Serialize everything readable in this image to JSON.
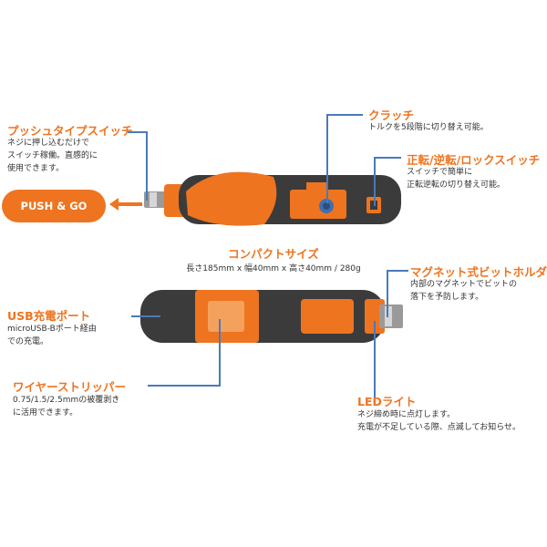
{
  "push_switch": {
    "title": "プッシュタイプスイッチ",
    "desc_lines": [
      "ネジに押し込むだけで",
      "スイッチ稼働。直感的に",
      "使用できます。"
    ]
  },
  "push_go": {
    "label": "PUSH & GO"
  },
  "clutch": {
    "title": "クラッチ",
    "desc": "トルクを5段階に切り替え可能。"
  },
  "direction_switch": {
    "title": "正転/逆転/ロックスイッチ",
    "desc_lines": [
      "スイッチで簡単に",
      "正転逆転の切り替え可能。"
    ]
  },
  "compact": {
    "title": "コンパクトサイズ",
    "desc": "長さ185mm x 幅40mm x 高さ40mm / 280g"
  },
  "magnet_holder": {
    "title": "マグネット式ビットホルダー",
    "desc_lines": [
      "内部のマグネットでビットの",
      "落下を予防します。"
    ]
  },
  "usb_port": {
    "title": "USB充電ポート",
    "desc_lines": [
      "microUSB-Bポート経由",
      "での充電。"
    ]
  },
  "wire_stripper": {
    "title": "ワイヤーストリッパー",
    "desc_lines": [
      "0.75/1.5/2.5mmの被覆剥き",
      "に活用できます。"
    ]
  },
  "led": {
    "title": "LEDライト",
    "desc_lines": [
      "ネジ締め時に点灯します。",
      "充電が不足している際、点滅してお知らせ。"
    ]
  },
  "colors": {
    "accent": "#ee7420",
    "line": "#4a7ab8",
    "body": "#3b3b3b"
  }
}
